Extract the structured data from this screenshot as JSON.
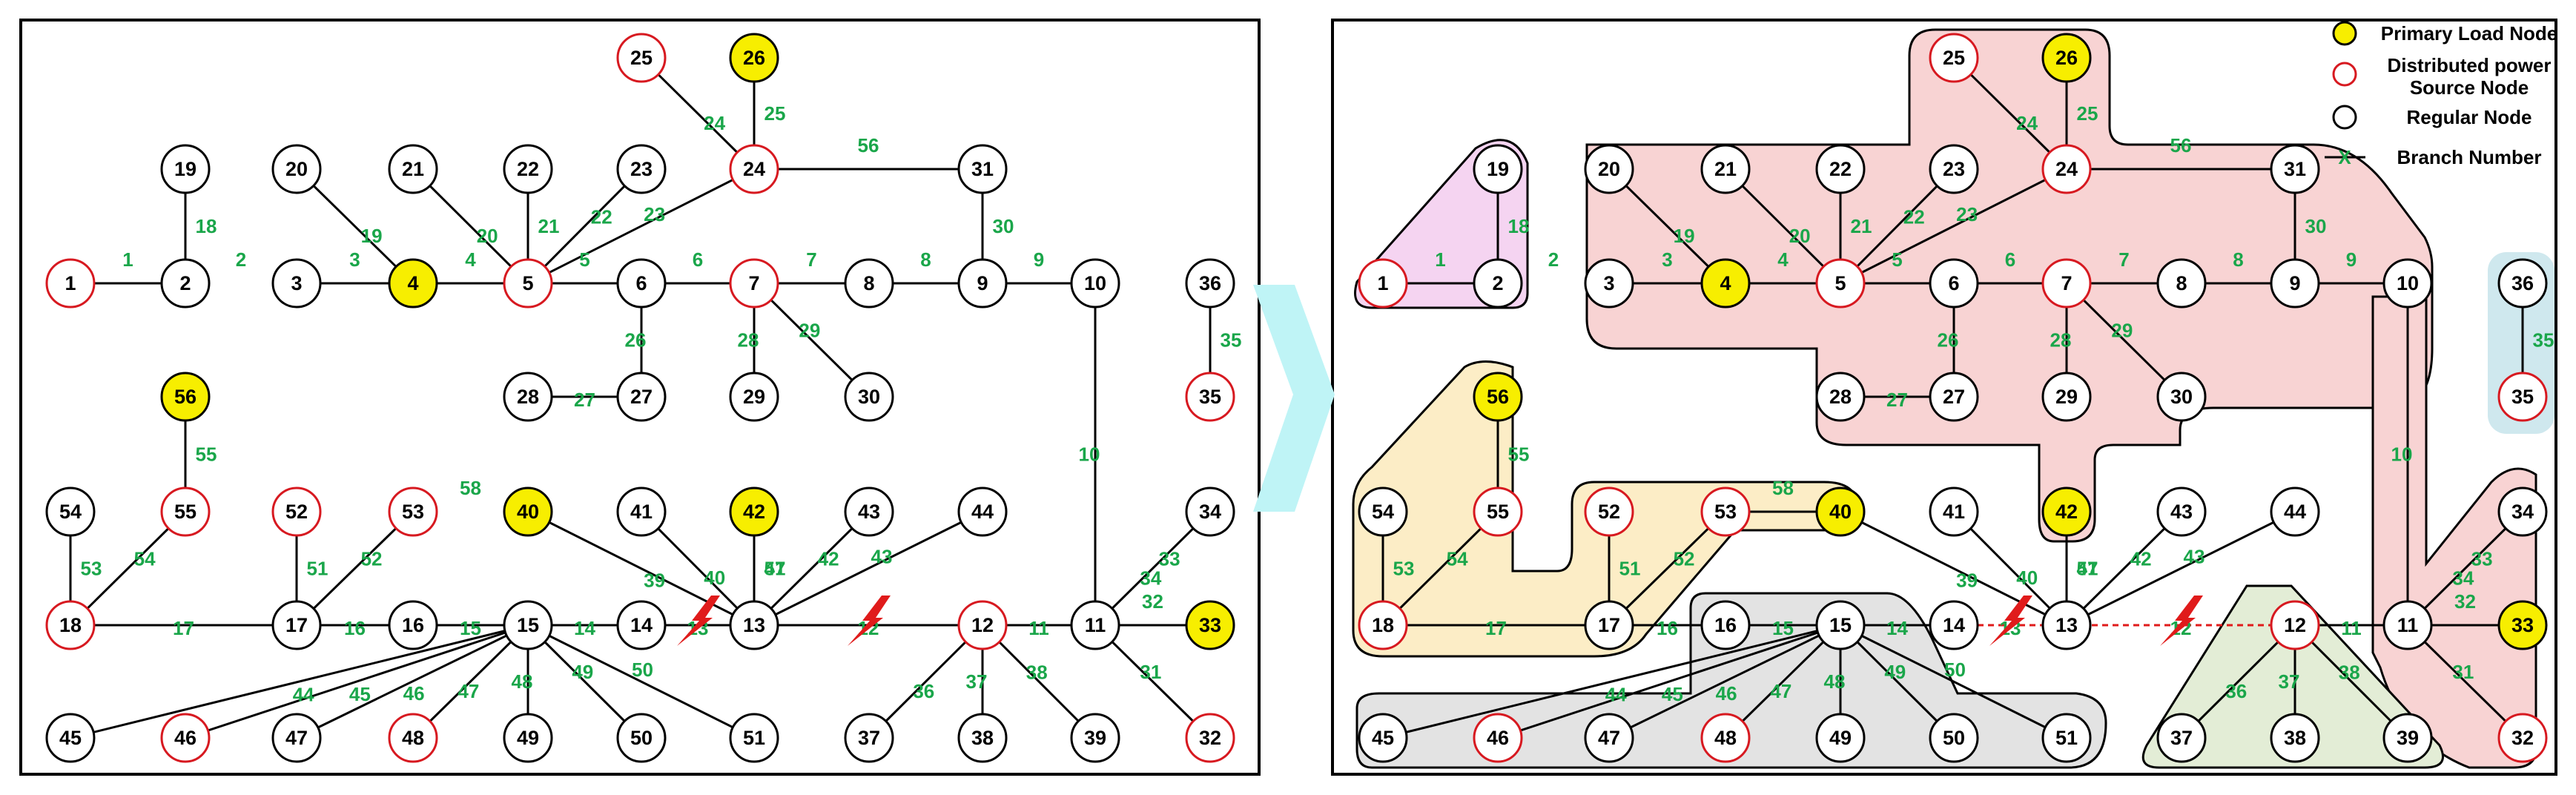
{
  "colors": {
    "primary_load_fill": "#f7ee00",
    "distributed_stroke": "#d71920",
    "regular_stroke": "#000000",
    "branch_label": "#1aa64a",
    "fault": "#e01b1b",
    "arrow": "#bff4f6",
    "region_pink": "#f8d3d3",
    "region_violet": "#f5d4f1",
    "region_yellow": "#fcedc6",
    "region_gray": "#e3e3e3",
    "region_green": "#e3edd6",
    "region_blue": "#cfe8ee"
  },
  "legend": {
    "primary_load": "Primary Load Node",
    "distributed_line1": "Distributed power",
    "distributed_line2": "Source Node",
    "regular": "Regular Node",
    "branch_symbol": "X",
    "branch": "Branch Number"
  },
  "nodes": [
    {
      "id": "1",
      "type": "distributed"
    },
    {
      "id": "2",
      "type": "regular"
    },
    {
      "id": "3",
      "type": "regular"
    },
    {
      "id": "4",
      "type": "primary"
    },
    {
      "id": "5",
      "type": "distributed"
    },
    {
      "id": "6",
      "type": "regular"
    },
    {
      "id": "7",
      "type": "distributed"
    },
    {
      "id": "8",
      "type": "regular"
    },
    {
      "id": "9",
      "type": "regular"
    },
    {
      "id": "10",
      "type": "regular"
    },
    {
      "id": "11",
      "type": "regular"
    },
    {
      "id": "12",
      "type": "distributed"
    },
    {
      "id": "13",
      "type": "regular"
    },
    {
      "id": "14",
      "type": "regular"
    },
    {
      "id": "15",
      "type": "regular"
    },
    {
      "id": "16",
      "type": "regular"
    },
    {
      "id": "17",
      "type": "regular"
    },
    {
      "id": "18",
      "type": "distributed"
    },
    {
      "id": "19",
      "type": "regular"
    },
    {
      "id": "20",
      "type": "regular"
    },
    {
      "id": "21",
      "type": "regular"
    },
    {
      "id": "22",
      "type": "regular"
    },
    {
      "id": "23",
      "type": "regular"
    },
    {
      "id": "24",
      "type": "distributed"
    },
    {
      "id": "25",
      "type": "distributed"
    },
    {
      "id": "26",
      "type": "primary"
    },
    {
      "id": "27",
      "type": "regular"
    },
    {
      "id": "28",
      "type": "regular"
    },
    {
      "id": "29",
      "type": "regular"
    },
    {
      "id": "30",
      "type": "regular"
    },
    {
      "id": "31",
      "type": "regular"
    },
    {
      "id": "32",
      "type": "distributed"
    },
    {
      "id": "33",
      "type": "primary"
    },
    {
      "id": "34",
      "type": "regular"
    },
    {
      "id": "35",
      "type": "distributed"
    },
    {
      "id": "36",
      "type": "regular"
    },
    {
      "id": "37",
      "type": "regular"
    },
    {
      "id": "38",
      "type": "regular"
    },
    {
      "id": "39",
      "type": "regular"
    },
    {
      "id": "40",
      "type": "primary"
    },
    {
      "id": "41",
      "type": "regular"
    },
    {
      "id": "42",
      "type": "primary"
    },
    {
      "id": "43",
      "type": "regular"
    },
    {
      "id": "44",
      "type": "regular"
    },
    {
      "id": "45",
      "type": "regular"
    },
    {
      "id": "46",
      "type": "distributed"
    },
    {
      "id": "47",
      "type": "regular"
    },
    {
      "id": "48",
      "type": "distributed"
    },
    {
      "id": "49",
      "type": "regular"
    },
    {
      "id": "50",
      "type": "regular"
    },
    {
      "id": "51",
      "type": "regular"
    },
    {
      "id": "52",
      "type": "distributed"
    },
    {
      "id": "53",
      "type": "distributed"
    },
    {
      "id": "54",
      "type": "regular"
    },
    {
      "id": "55",
      "type": "distributed"
    },
    {
      "id": "56",
      "type": "primary"
    }
  ],
  "branches": [
    {
      "n": "1",
      "a": "1",
      "b": "2"
    },
    {
      "n": "2",
      "a": "2",
      "b": "3"
    },
    {
      "n": "3",
      "a": "3",
      "b": "4"
    },
    {
      "n": "4",
      "a": "4",
      "b": "5"
    },
    {
      "n": "5",
      "a": "5",
      "b": "6"
    },
    {
      "n": "6",
      "a": "6",
      "b": "7"
    },
    {
      "n": "7",
      "a": "7",
      "b": "8"
    },
    {
      "n": "8",
      "a": "8",
      "b": "9"
    },
    {
      "n": "9",
      "a": "9",
      "b": "10"
    },
    {
      "n": "10",
      "a": "10",
      "b": "11"
    },
    {
      "n": "11",
      "a": "11",
      "b": "12"
    },
    {
      "n": "12",
      "a": "12",
      "b": "13"
    },
    {
      "n": "13",
      "a": "13",
      "b": "14"
    },
    {
      "n": "14",
      "a": "14",
      "b": "15"
    },
    {
      "n": "15",
      "a": "15",
      "b": "16"
    },
    {
      "n": "16",
      "a": "16",
      "b": "17"
    },
    {
      "n": "17",
      "a": "17",
      "b": "18"
    },
    {
      "n": "18",
      "a": "2",
      "b": "19"
    },
    {
      "n": "19",
      "a": "4",
      "b": "20"
    },
    {
      "n": "20",
      "a": "5",
      "b": "21"
    },
    {
      "n": "21",
      "a": "5",
      "b": "22"
    },
    {
      "n": "22",
      "a": "5",
      "b": "23"
    },
    {
      "n": "23",
      "a": "5",
      "b": "24"
    },
    {
      "n": "24",
      "a": "24",
      "b": "25"
    },
    {
      "n": "25",
      "a": "24",
      "b": "26"
    },
    {
      "n": "26",
      "a": "6",
      "b": "27"
    },
    {
      "n": "27",
      "a": "27",
      "b": "28"
    },
    {
      "n": "28",
      "a": "7",
      "b": "29"
    },
    {
      "n": "29",
      "a": "7",
      "b": "30"
    },
    {
      "n": "30",
      "a": "9",
      "b": "31"
    },
    {
      "n": "31",
      "a": "11",
      "b": "32"
    },
    {
      "n": "32",
      "a": "11",
      "b": "33"
    },
    {
      "n": "33",
      "a": "11",
      "b": "34"
    },
    {
      "n": "34",
      "a": "34",
      "b": "11"
    },
    {
      "n": "35",
      "a": "35",
      "b": "36"
    },
    {
      "n": "36",
      "a": "12",
      "b": "37"
    },
    {
      "n": "37",
      "a": "12",
      "b": "38"
    },
    {
      "n": "38",
      "a": "12",
      "b": "39"
    },
    {
      "n": "39",
      "a": "13",
      "b": "40"
    },
    {
      "n": "40",
      "a": "13",
      "b": "41"
    },
    {
      "n": "41",
      "a": "13",
      "b": "42"
    },
    {
      "n": "42",
      "a": "13",
      "b": "43"
    },
    {
      "n": "43",
      "a": "13",
      "b": "44"
    },
    {
      "n": "44",
      "a": "15",
      "b": "45"
    },
    {
      "n": "45",
      "a": "15",
      "b": "46"
    },
    {
      "n": "46",
      "a": "15",
      "b": "47"
    },
    {
      "n": "47",
      "a": "15",
      "b": "48"
    },
    {
      "n": "48",
      "a": "15",
      "b": "49"
    },
    {
      "n": "49",
      "a": "15",
      "b": "50"
    },
    {
      "n": "50",
      "a": "15",
      "b": "51"
    },
    {
      "n": "51",
      "a": "17",
      "b": "52"
    },
    {
      "n": "52",
      "a": "17",
      "b": "53"
    },
    {
      "n": "53",
      "a": "18",
      "b": "54"
    },
    {
      "n": "54",
      "a": "18",
      "b": "55"
    },
    {
      "n": "55",
      "a": "55",
      "b": "56"
    },
    {
      "n": "56",
      "a": "24",
      "b": "31"
    },
    {
      "n": "57",
      "a": "13",
      "b": "42"
    },
    {
      "n": "58",
      "a": "53",
      "b": "40"
    }
  ],
  "faults": [
    {
      "between": [
        "13",
        "14"
      ]
    },
    {
      "between": [
        "12",
        "13"
      ]
    }
  ]
}
